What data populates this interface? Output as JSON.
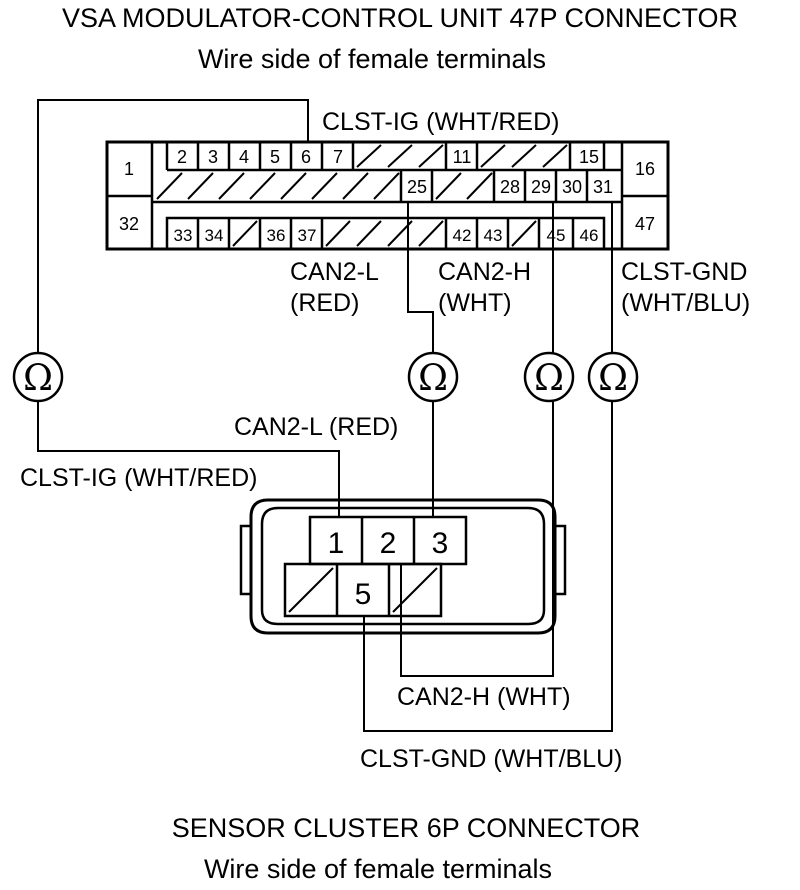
{
  "top_connector": {
    "title": "VSA MODULATOR-CONTROL UNIT 47P CONNECTOR",
    "subtitle": "Wire side of female terminals",
    "pins": {
      "p1": "1",
      "p2": "2",
      "p3": "3",
      "p4": "4",
      "p5": "5",
      "p6": "6",
      "p7": "7",
      "p11": "11",
      "p15": "15",
      "p16": "16",
      "p25": "25",
      "p28": "28",
      "p29": "29",
      "p30": "30",
      "p31": "31",
      "p32": "32",
      "p33": "33",
      "p34": "34",
      "p36": "36",
      "p37": "37",
      "p42": "42",
      "p43": "43",
      "p45": "45",
      "p46": "46",
      "p47": "47"
    }
  },
  "bottom_connector": {
    "title": "SENSOR CLUSTER 6P CONNECTOR",
    "subtitle": "Wire side of female terminals",
    "pins": {
      "p1": "1",
      "p2": "2",
      "p3": "3",
      "p5": "5"
    }
  },
  "labels": {
    "clst_ig_top": "CLST-IG (WHT/RED)",
    "can2l_top_1": "CAN2-L",
    "can2l_top_2": "(RED)",
    "can2h_top_1": "CAN2-H",
    "can2h_top_2": "(WHT)",
    "clstgnd_top_1": "CLST-GND",
    "clstgnd_top_2": "(WHT/BLU)",
    "can2l_bottom": "CAN2-L (RED)",
    "clst_ig_bottom": "CLST-IG (WHT/RED)",
    "can2h_bottom": "CAN2-H (WHT)",
    "clstgnd_bottom": "CLST-GND (WHT/BLU)"
  },
  "meters": {
    "symbol": "Ω"
  }
}
